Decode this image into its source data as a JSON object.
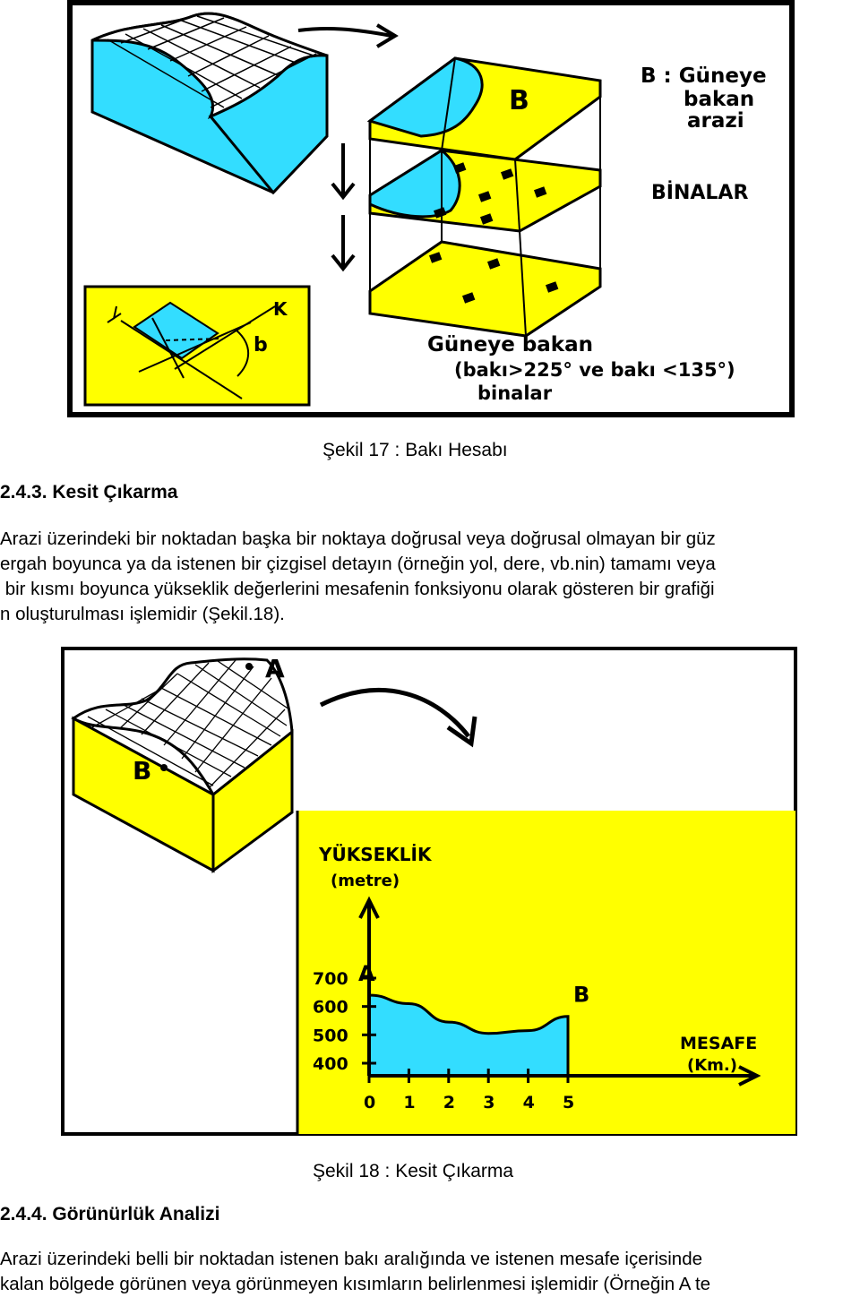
{
  "figure17": {
    "label_b_title": "B : Güneye",
    "label_b_line2": "bakan",
    "label_b_line3": "arazi",
    "block_letter": "B",
    "label_binalar": "BİNALAR",
    "inset_k": "K",
    "inset_b": "b",
    "bottom_line1": "Güneye bakan",
    "bottom_line2": "(bakı>225° ve bakı <135°)",
    "bottom_line3": "binalar",
    "caption": "Şekil 17 : Bakı Hesabı"
  },
  "section1": {
    "heading": "2.4.3. Kesit Çıkarma",
    "paragraph_lines": [
      "Arazi üzerindeki bir noktadan başka bir noktaya doğrusal veya doğrusal olmayan bir güz",
      "ergah boyunca ya da istenen bir çizgisel detayın (örneğin yol, dere, vb.nin) tamamı veya",
      " bir kısmı boyunca yükseklik değerlerini mesafenin fonksiyonu olarak gösteren bir grafiği",
      "n oluşturulması işlemidir (Şekil.18)."
    ]
  },
  "figure18": {
    "point_a": "A",
    "point_b": "B",
    "ylabel": "YÜKSEKLİK",
    "yunit": "(metre)",
    "xlabel": "MESAFE",
    "xunit": "(Km.)",
    "caption": "Şekil 18 : Kesit Çıkarma"
  },
  "chart_data": {
    "type": "area",
    "title": "",
    "ylabel": "YÜKSEKLİK (metre)",
    "xlabel": "MESAFE (Km.)",
    "x_ticks": [
      "0",
      "1",
      "2",
      "3",
      "4",
      "5"
    ],
    "y_ticks": [
      "400",
      "500",
      "600",
      "700"
    ],
    "series": [
      {
        "x": [
          0,
          1,
          2,
          3,
          4,
          5
        ],
        "y": [
          640,
          610,
          545,
          505,
          515,
          565
        ]
      }
    ],
    "point_labels": [
      {
        "text": "A",
        "x": 0,
        "y": 640
      },
      {
        "text": "B",
        "x": 5,
        "y": 565
      }
    ],
    "colors": {
      "background": "#ffff00",
      "fill": "#33ddff"
    }
  },
  "section2": {
    "heading": "2.4.4. Görünürlük Analizi",
    "paragraph_lines": [
      "Arazi üzerindeki belli bir noktadan istenen bakı aralığında ve istenen mesafe içerisinde",
      "kalan bölgede görünen veya görünmeyen kısımların belirlenmesi işlemidir (Örneğin A te"
    ]
  },
  "colors": {
    "yellow": "#ffff00",
    "cyan": "#33ddff",
    "black": "#000000"
  }
}
